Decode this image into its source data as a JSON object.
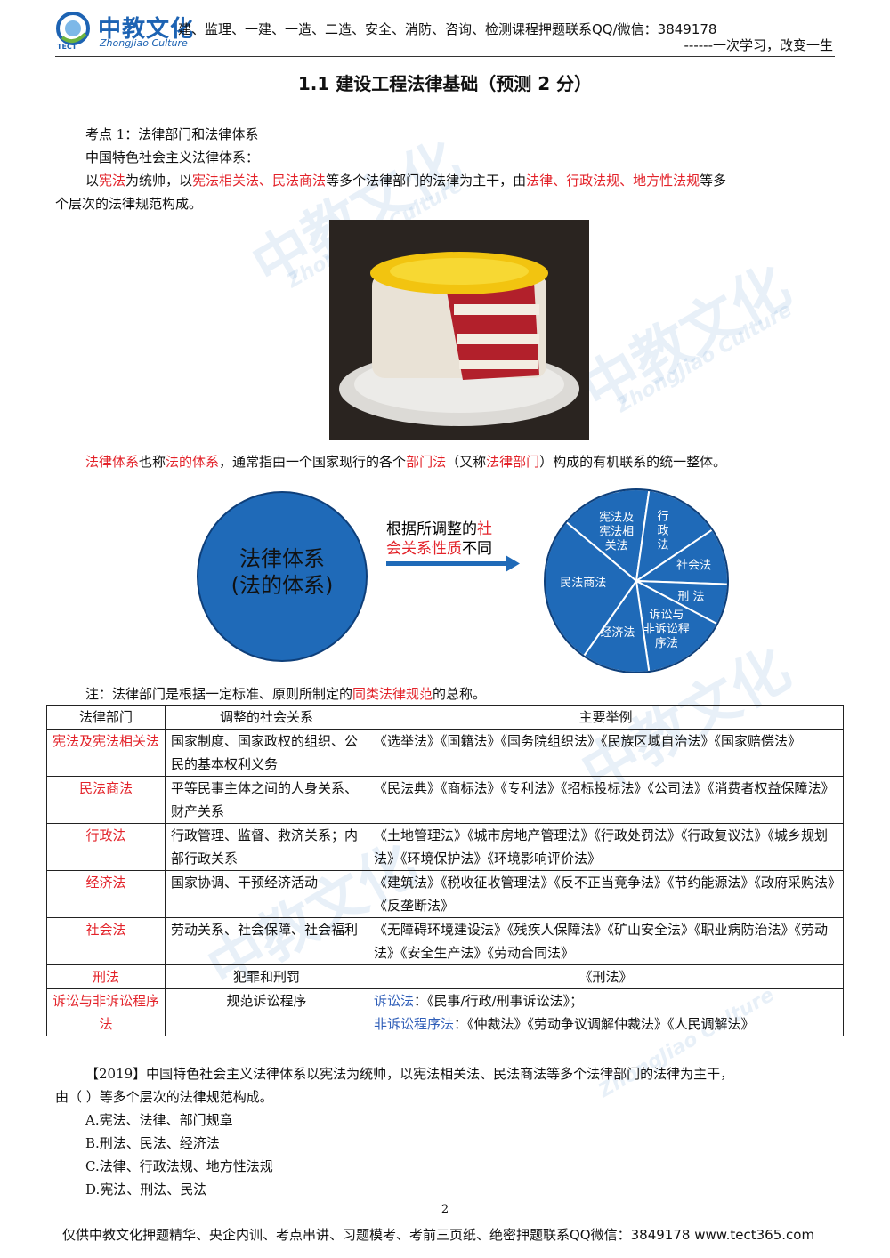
{
  "header": {
    "logo_text": "中教文化",
    "logo_sub": "ZhongJiao Culture",
    "logo_tect": "TECT",
    "line1": "建、监理、一建、一造、二造、安全、消防、咨询、检测课程押题联系QQ/微信：3849178",
    "line2": "------一次学习，改变一生"
  },
  "title": "1.1 建设工程法律基础（预测 2 分）",
  "section": {
    "point": "考点 1：法律部门和法律体系",
    "subhead": "中国特色社会主义法律体系：",
    "para1": {
      "t1": "以",
      "r1": "宪法",
      "t2": "为统帅，以",
      "r2": "宪法相关法、民法商法",
      "t3": "等多个法律部门的法律为主干，由",
      "r3": "法律、行政法规、地方性法规",
      "t4": "等多",
      "t5": "个层次的法律规范构成。"
    },
    "para2": {
      "r1": "法律体系",
      "t1": "也称",
      "r2": "法的体系",
      "t2": "，通常指由一个国家现行的各个",
      "r3": "部门法",
      "t3": "（又称",
      "r4": "法律部门",
      "t4": "）构成的有机联系的统一整体。"
    },
    "note": {
      "t1": "注：法律部门是根据一定标准、原则所制定的",
      "r1": "同类法律规范",
      "t2": "的总称。"
    }
  },
  "diagram": {
    "left_circle_line1": "法律体系",
    "left_circle_line2": "(法的体系)",
    "arrow_text_1a": "根据所调整的",
    "arrow_text_1b": "社",
    "arrow_text_2a": "会关系性质",
    "arrow_text_2b": "不同",
    "pie_slices": [
      [
        "宪法及",
        "宪法相",
        "关法"
      ],
      [
        "行",
        "政",
        "法"
      ],
      [
        "社会法"
      ],
      [
        "刑 法"
      ],
      [
        "诉讼与",
        "非诉讼程",
        "序法"
      ],
      [
        "经济法"
      ],
      [
        "民法商法"
      ]
    ]
  },
  "table": {
    "headers": [
      "法律部门",
      "调整的社会关系",
      "主要举例"
    ],
    "rows": [
      {
        "dept": "宪法及宪法相关法",
        "rel": "国家制度、国家政权的组织、公民的基本权利义务",
        "ex": "《选举法》《国籍法》《国务院组织法》《民族区域自治法》《国家赔偿法》"
      },
      {
        "dept": "民法商法",
        "rel": "平等民事主体之间的人身关系、财产关系",
        "ex": "《民法典》《商标法》《专利法》《招标投标法》《公司法》《消费者权益保障法》"
      },
      {
        "dept": "行政法",
        "rel": "行政管理、监督、救济关系；内部行政关系",
        "ex": "《土地管理法》《城市房地产管理法》《行政处罚法》《行政复议法》《城乡规划法》《环境保护法》《环境影响评价法》"
      },
      {
        "dept": "经济法",
        "rel": "国家协调、干预经济活动",
        "ex": "《建筑法》《税收征收管理法》《反不正当竞争法》《节约能源法》《政府采购法》《反垄断法》"
      },
      {
        "dept": "社会法",
        "rel": "劳动关系、社会保障、社会福利",
        "ex": "《无障碍环境建设法》《残疾人保障法》《矿山安全法》《职业病防治法》《劳动法》《安全生产法》《劳动合同法》"
      },
      {
        "dept": "刑法",
        "rel": "犯罪和刑罚",
        "ex": "《刑法》"
      },
      {
        "dept": "诉讼与非诉讼程序法",
        "rel": "规范诉讼程序",
        "ex_label1": "诉讼法",
        "ex1": "：《民事/行政/刑事诉讼法》；",
        "ex_label2": "非诉讼程序法",
        "ex2": "：《仲裁法》《劳动争议调解仲裁法》《人民调解法》"
      }
    ]
  },
  "question": {
    "stem1": "【2019】中国特色社会主义法律体系以宪法为统帅，以宪法相关法、民法商法等多个法律部门的法律为主干，",
    "stem2": "由（  ）等多个层次的法律规范构成。",
    "options": [
      "A.宪法、法律、部门规章",
      "B.刑法、民法、经济法",
      "C.法律、行政法规、地方性法规",
      "D.宪法、刑法、民法"
    ]
  },
  "page_number": "2",
  "footer": "仅供中教文化押题精华、央企内训、考点串讲、习题模考、考前三页纸、绝密押题联系QQ微信：3849178",
  "footer_url": "www.tect365.com",
  "watermark": {
    "cn": "中教文化",
    "en": "ZhongJiao Culture",
    "tect": "TECT"
  },
  "colors": {
    "red": "#e3232a",
    "blue_circle": "#1f6ab8",
    "pie_fill": "#1f6ab8",
    "link_blue": "#2f5eb8"
  }
}
